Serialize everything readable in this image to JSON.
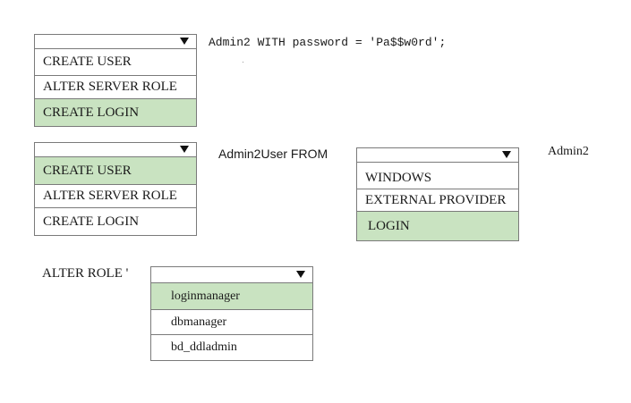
{
  "colors": {
    "selected_bg": "#c9e3c1",
    "border": "#7a7a7a"
  },
  "icons": {
    "dropdown_arrow": "chevron-down-icon"
  },
  "block1": {
    "dropdown": {
      "selected": "",
      "options": [
        "CREATE USER",
        "ALTER SERVER ROLE",
        "CREATE LOGIN"
      ],
      "highlighted": "CREATE LOGIN"
    },
    "code_text": "Admin2 WITH password = 'Pa$$w0rd';"
  },
  "block2": {
    "dropdown": {
      "selected": "",
      "options": [
        "CREATE USER",
        "ALTER SERVER ROLE",
        "CREATE LOGIN"
      ],
      "highlighted": "CREATE USER"
    },
    "code_text": "Admin2User FROM",
    "dropdown2": {
      "selected": "",
      "options": [
        "WINDOWS",
        "EXTERNAL PROVIDER",
        "LOGIN"
      ],
      "highlighted": "LOGIN"
    },
    "trailing_text": "Admin2"
  },
  "block3": {
    "prefix_text": "ALTER  ROLE '",
    "dropdown": {
      "selected": "",
      "options": [
        "loginmanager",
        "dbmanager",
        "bd_ddladmin"
      ],
      "highlighted": "loginmanager"
    }
  }
}
